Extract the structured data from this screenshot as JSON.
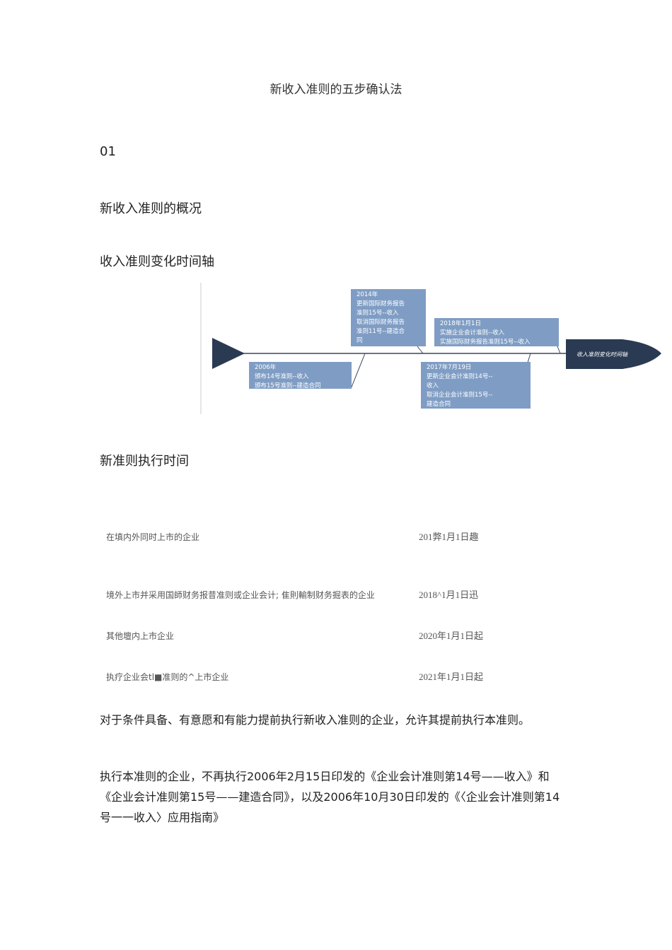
{
  "doc": {
    "title": "新收入准则的五步确认法",
    "section_number": "01",
    "section_heading": "新收入准则的概况",
    "timeline_heading": "收入准则变化时间轴",
    "timeline": {
      "end_label": "收入准则变化时间轴",
      "box_color": "#7f9dc4",
      "arrow_color": "#2a3a52",
      "events": [
        {
          "lines": [
            "2006年",
            "颁布14号准则--收入",
            "颁布15号准则--建造合同"
          ]
        },
        {
          "lines": [
            "2014年",
            "更新国际财务报告",
            "准则15号--收入",
            "取消国际财务报告",
            "准则11号--建造合",
            "同"
          ]
        },
        {
          "lines": [
            "2017年7月19日",
            "更新企业会计准则14号--",
            "收入",
            "取消企业会计准则15号--",
            "建造合同"
          ]
        },
        {
          "lines": [
            "2018年1月1日",
            "实施企业会计准则--收入",
            "实施国际财务报告准则15号--收入"
          ]
        }
      ]
    },
    "exec_heading": "新准则执行时间",
    "exec_table": [
      {
        "entity": "在填内外同时上市的企业",
        "date": "201弊1月1日趣"
      },
      {
        "entity": "境外上市并采用国師财务报昔准则或企业会计; 隹則輸制财务掘表的企业",
        "date": "2018^1月1日迅"
      },
      {
        "entity": "其他壇内上市企业",
        "date": "2020年1月1日起"
      },
      {
        "entity": "执疗企业会tl■准则的^上市企业",
        "date": "2021年1月1日起"
      }
    ],
    "para1": "对于条件具备、有意愿和有能力提前执行新收入准则的企业，允许其提前执行本准则。",
    "para2": "执行本准则的企业，不再执行2006年2月15日印发的《企业会计准则第14号——收入》和《企业会计准则第15号——建造合同》，以及2006年10月30日印发的《〈企业会计准则第14号一一收入〉应用指南》"
  }
}
